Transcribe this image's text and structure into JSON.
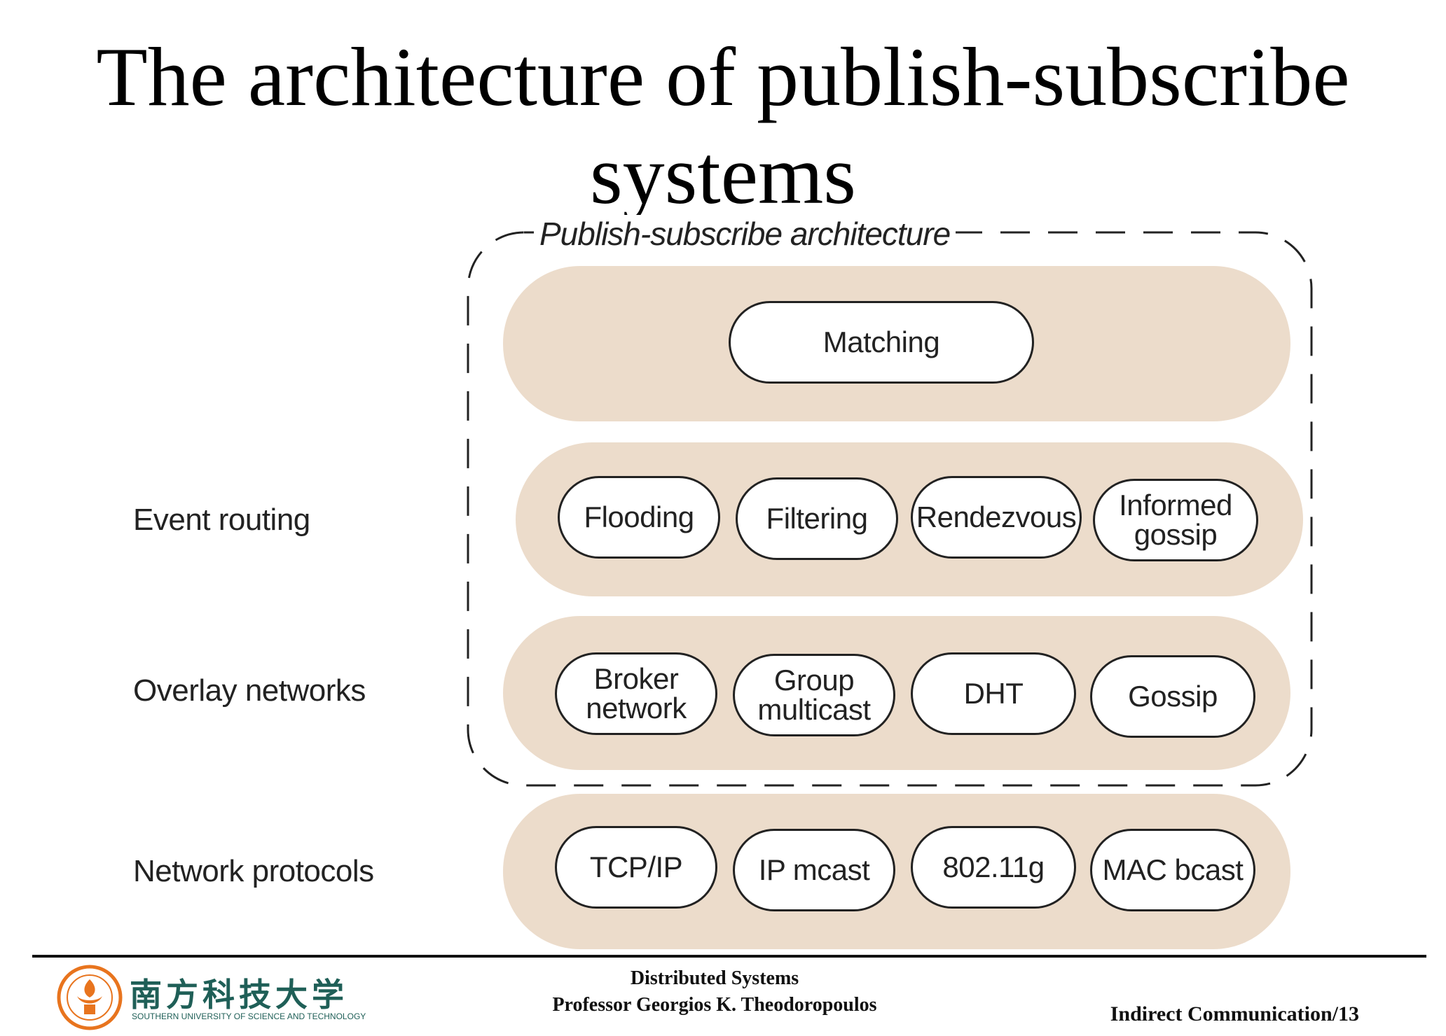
{
  "slide": {
    "title_line1": "The architecture of publish-subscribe",
    "title_line2": "systems"
  },
  "diagram": {
    "architecture_label": "Publish-subscribe architecture",
    "band_color": "#ecdccb",
    "layers": [
      {
        "label": "",
        "nodes": [
          {
            "lines": [
              "Matching"
            ]
          }
        ]
      },
      {
        "label": "Event routing",
        "nodes": [
          {
            "lines": [
              "Flooding"
            ]
          },
          {
            "lines": [
              "Filtering"
            ]
          },
          {
            "lines": [
              "Rendezvous"
            ]
          },
          {
            "lines": [
              "Informed",
              "gossip"
            ]
          }
        ]
      },
      {
        "label": "Overlay networks",
        "nodes": [
          {
            "lines": [
              "Broker",
              "network"
            ]
          },
          {
            "lines": [
              "Group",
              "multicast"
            ]
          },
          {
            "lines": [
              "DHT"
            ]
          },
          {
            "lines": [
              "Gossip"
            ]
          }
        ]
      },
      {
        "label": "Network protocols",
        "nodes": [
          {
            "lines": [
              "TCP/IP"
            ]
          },
          {
            "lines": [
              "IP mcast"
            ]
          },
          {
            "lines": [
              "802.11g"
            ]
          },
          {
            "lines": [
              "MAC bcast"
            ]
          }
        ]
      }
    ]
  },
  "footer": {
    "logo_cn": "南方科技大学",
    "logo_en": "SOUTHERN UNIVERSITY OF SCIENCE AND TECHNOLOGY",
    "course": "Distributed Systems",
    "professor": "Professor  Georgios K. Theodoropoulos",
    "slide_ref": "Indirect Communication/13",
    "logo_color": "#e8741e",
    "brand_color": "#1f5f57"
  }
}
